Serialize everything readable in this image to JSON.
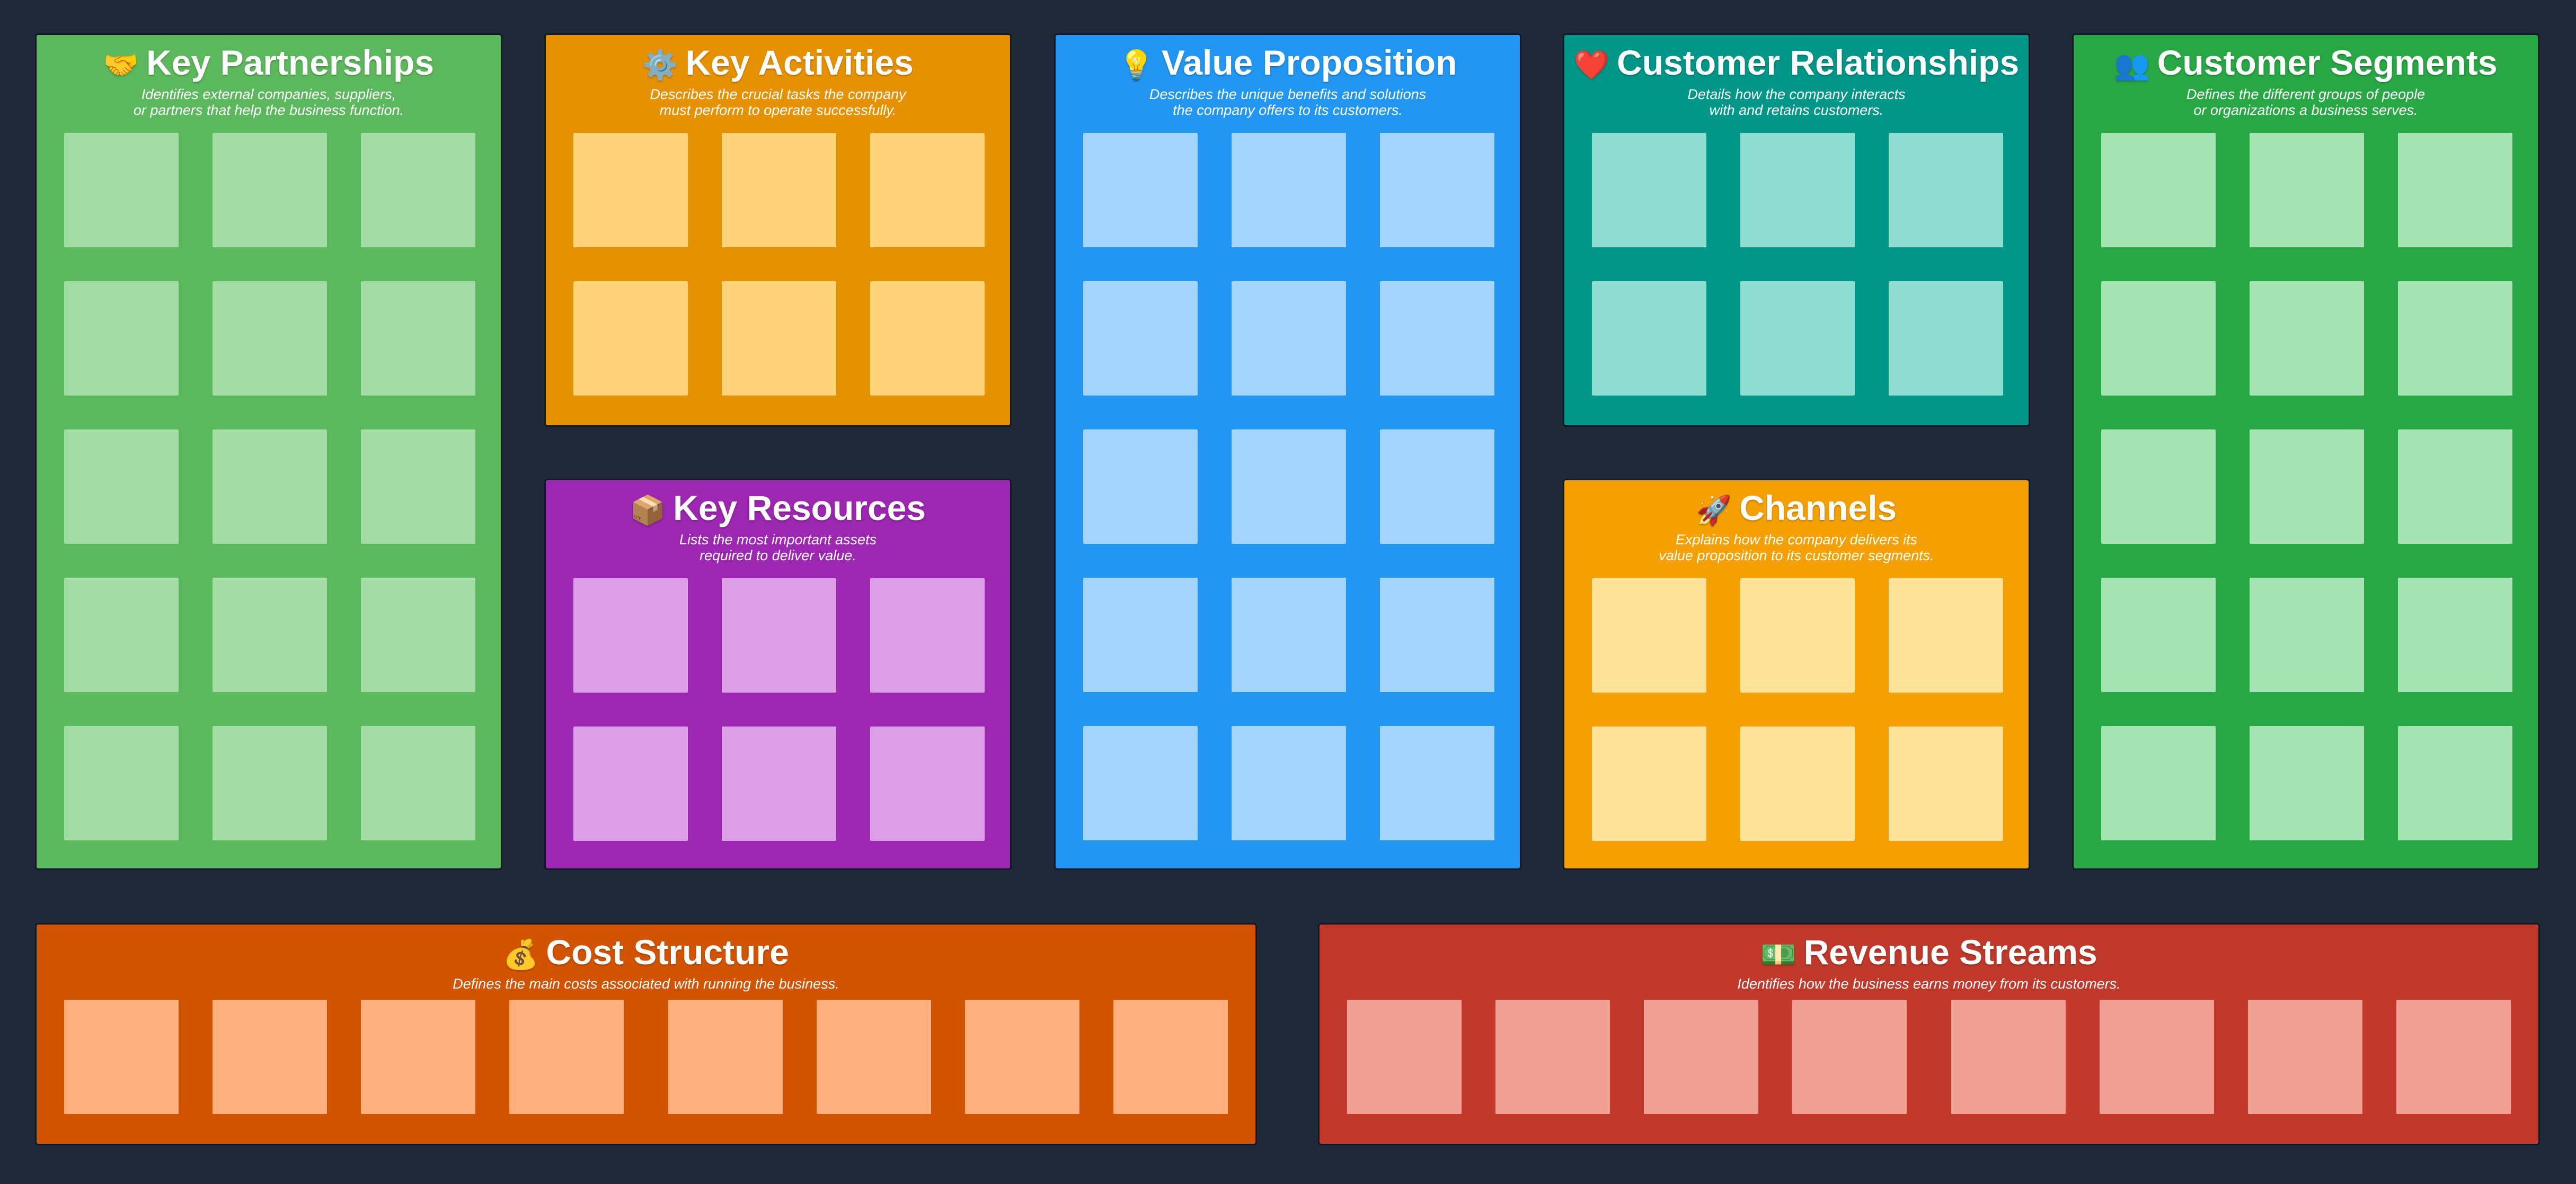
{
  "canvas": {
    "background": "#1f2937"
  },
  "blocks": {
    "key_partnerships": {
      "emoji": "🤝",
      "title": "Key Partnerships",
      "description": "Identifies external companies, suppliers,\nor partners that help the business function.",
      "color": "#5cb85c",
      "note_color": "#a5dca5",
      "note_count": 15
    },
    "key_activities": {
      "emoji": "⚙️",
      "title": "Key Activities",
      "description": "Describes the crucial tasks the company\nmust perform to operate successfully.",
      "color": "#e69100",
      "note_color": "#ffd37a",
      "note_count": 6
    },
    "key_resources": {
      "emoji": "📦",
      "title": "Key Resources",
      "description": "Lists the most important assets\nrequired to deliver value.",
      "color": "#9c27b0",
      "note_color": "#dda0e6",
      "note_count": 6
    },
    "value_proposition": {
      "emoji": "💡",
      "title": "Value Proposition",
      "description": "Describes the unique benefits and solutions\nthe company offers to its customers.",
      "color": "#2196f3",
      "note_color": "#a3d5ff",
      "note_count": 15
    },
    "customer_relationships": {
      "emoji": "❤️",
      "title": "Customer Relationships",
      "description": "Details how the company interacts\nwith and retains customers.",
      "color": "#009688",
      "note_color": "#8fdcd1",
      "note_count": 6
    },
    "channels": {
      "emoji": "🚀",
      "title": "Channels",
      "description": "Explains how the company delivers its\nvalue proposition to its customer segments.",
      "color": "#f4a000",
      "note_color": "#ffe29a",
      "note_count": 6
    },
    "customer_segments": {
      "emoji": "👥",
      "title": "Customer Segments",
      "description": "Defines the different groups of people\nor organizations a business serves.",
      "color": "#28a745",
      "note_color": "#a6e3b2",
      "note_count": 15
    },
    "cost_structure": {
      "emoji": "💰",
      "title": "Cost Structure",
      "description": "Defines the main costs associated with running the business.",
      "color": "#d35400",
      "note_color": "#ffb07e",
      "note_count": 8
    },
    "revenue_streams": {
      "emoji": "💵",
      "title": "Revenue Streams",
      "description": "Identifies how the business earns money from its customers.",
      "color": "#c0392b",
      "note_color": "#f1a094",
      "note_count": 8
    }
  }
}
